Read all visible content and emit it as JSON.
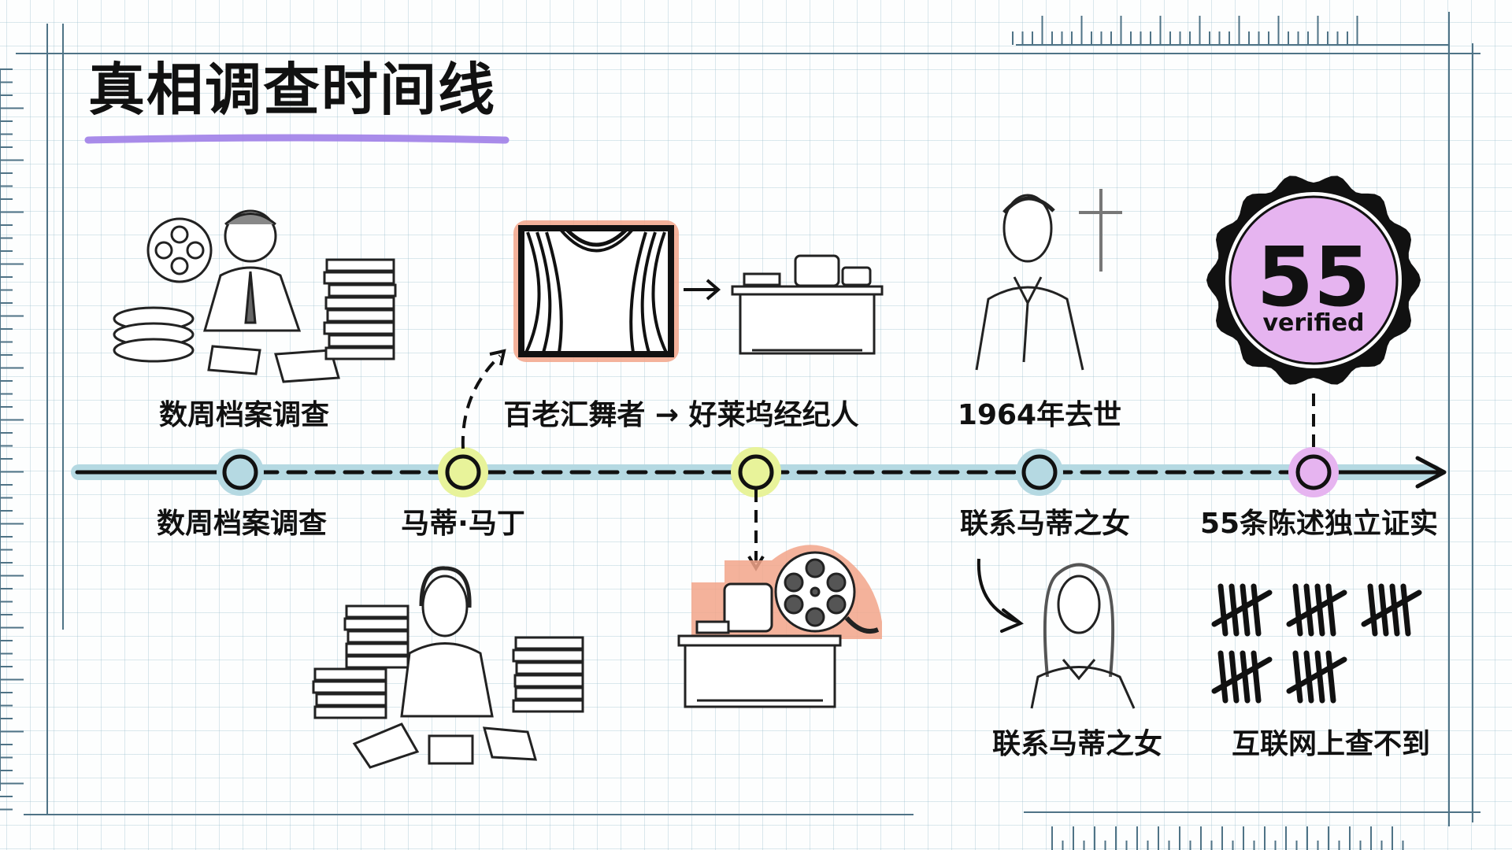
{
  "title": "真相调查时间线",
  "colors": {
    "grid": "#b8d4de",
    "ruler": "#4f7386",
    "title_underline": "#a080e8",
    "timeline_band": "#b5d9e2",
    "node_blue": "#b5d9e2",
    "node_yellow": "#e8f39a",
    "node_pink": "#e6b4f0",
    "highlight_salmon": "#f2a48a",
    "badge_fill": "#e6b4f0"
  },
  "timeline": {
    "nodes": [
      {
        "id": "archive-research",
        "color": "blue",
        "label_above": "数周档案调查",
        "label_below": "数周档案调查",
        "illustration": "man-at-desk-with-film-reels-icon"
      },
      {
        "id": "marty-martin",
        "color": "yellow",
        "label_below": "马蒂·马丁",
        "illustration": "woman-with-document-stacks-icon"
      },
      {
        "id": "career",
        "color": "yellow",
        "label_above": "百老汇舞者 → 好莱坞经纪人",
        "illustration": "stage-curtain-to-office-desk-icon"
      },
      {
        "id": "death",
        "color": "blue",
        "label_above": "1964年去世",
        "label_below": "联系马蒂之女",
        "illustration": "man-in-suit-with-cross-icon"
      },
      {
        "id": "verified",
        "color": "pink",
        "label_below": "55条陈述独立证实",
        "illustration": "verified-badge-icon"
      }
    ]
  },
  "badge": {
    "number": "55",
    "text": "verified"
  },
  "bottom_captions": {
    "daughter": "联系马蒂之女",
    "internet": "互联网上查不到"
  },
  "tally": {
    "count": 25,
    "groups_row1": 3,
    "groups_row2": 2
  }
}
